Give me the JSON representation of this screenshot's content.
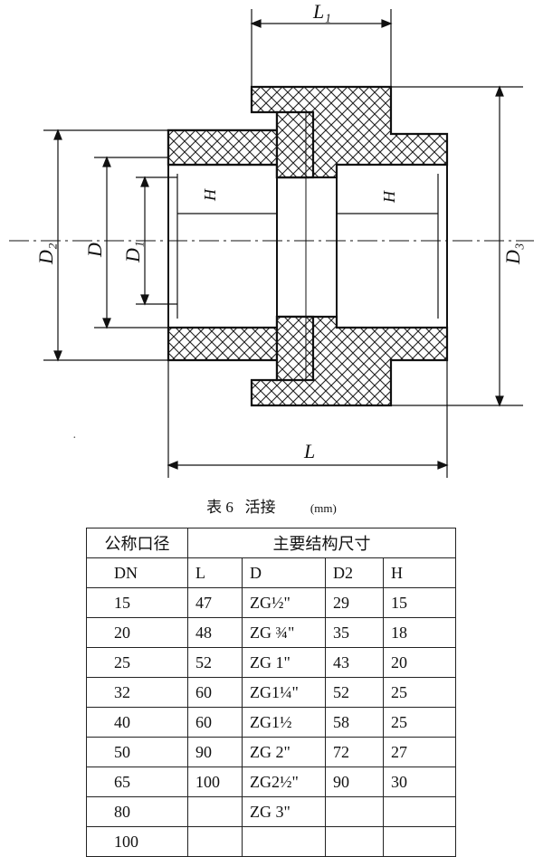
{
  "drawing": {
    "labels": {
      "L1": "L₁",
      "L": "L",
      "D2": "D₂",
      "D": "D",
      "D1": "D₁",
      "D3": "D₃",
      "H_left": "H",
      "H_right": "H"
    }
  },
  "caption": {
    "table_no": "表 6",
    "title": "活接",
    "unit": "(mm)"
  },
  "table": {
    "header_left": "公称口径",
    "header_right": "主要结构尺寸",
    "columns": [
      "DN",
      "L",
      "D",
      "D2",
      "H"
    ],
    "rows": [
      [
        "15",
        "47",
        "ZG½\"",
        "29",
        "15"
      ],
      [
        "20",
        "48",
        "ZG ¾\"",
        "35",
        "18"
      ],
      [
        "25",
        "52",
        "ZG 1\"",
        "43",
        "20"
      ],
      [
        "32",
        "60",
        "ZG1¼\"",
        "52",
        "25"
      ],
      [
        "40",
        "60",
        "ZG1½",
        "58",
        "25"
      ],
      [
        "50",
        "90",
        "ZG 2\"",
        "72",
        "27"
      ],
      [
        "65",
        "100",
        "ZG2½\"",
        "90",
        "30"
      ],
      [
        "80",
        "",
        "ZG 3\"",
        "",
        ""
      ],
      [
        "100",
        "",
        "",
        "",
        ""
      ]
    ]
  }
}
